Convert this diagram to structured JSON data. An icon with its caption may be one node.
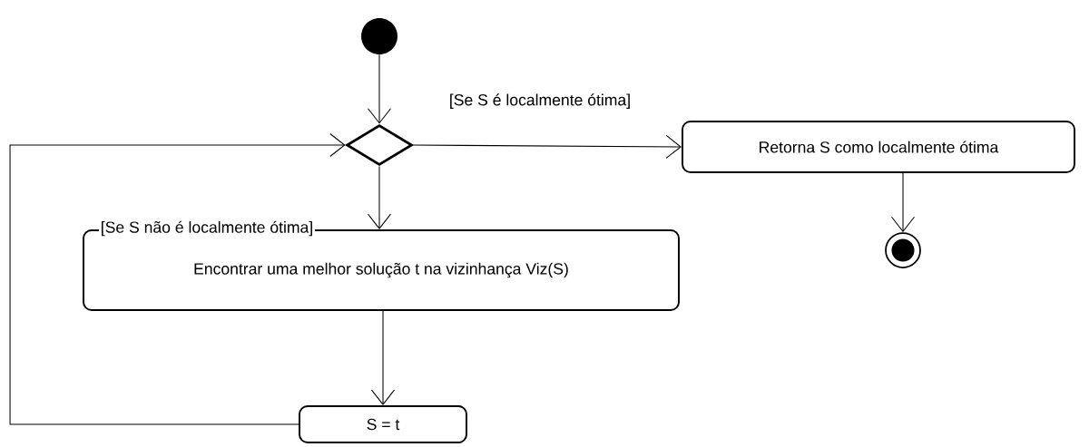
{
  "diagram": {
    "nodes": [
      {
        "text": [],
        "shape": "circle"
      },
      {
        "text": [],
        "shape": "diamond"
      },
      {
        "text": [
          "Retorna S como localmente ótima"
        ]
      },
      {
        "text": [],
        "shape": "bullseye"
      },
      {
        "text": [
          "Encontrar uma melhor solução t na vizinhança Viz(S)"
        ]
      },
      {
        "text": [
          "S = t"
        ]
      }
    ],
    "edges": [
      {
        "from": 0,
        "to": 1,
        "arrow": "to"
      },
      {
        "from": 1,
        "to": 2,
        "arrow": "to",
        "label": "[Se S é localmente ótima]"
      },
      {
        "from": 1,
        "to": 4,
        "arrow": "to",
        "label": "[Se S não é localmente ótima]"
      },
      {
        "from": 2,
        "to": 3,
        "arrow": "to"
      },
      {
        "from": 4,
        "to": 5,
        "arrow": "to"
      },
      {
        "from": 5,
        "to": 1,
        "arrow": "to"
      }
    ]
  }
}
